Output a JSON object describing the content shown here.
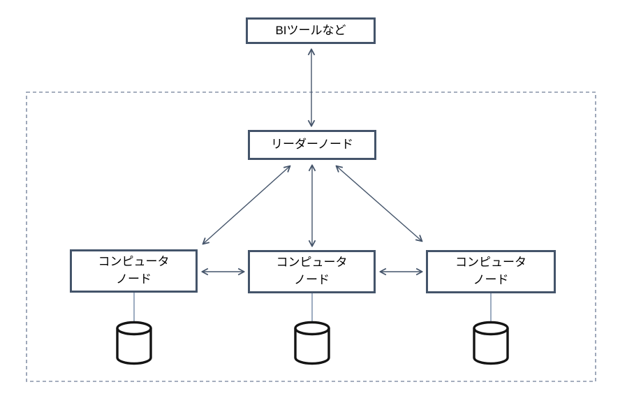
{
  "colors": {
    "box-border": "#44546A",
    "arrow": "#44546A",
    "dashed-border": "#8793A8",
    "connector-line": "#8496B0",
    "cylinder-outline": "#141414",
    "background": "#FFFFFF",
    "text": "#000000"
  },
  "diagram": {
    "external_node": {
      "label": "BIツールなど"
    },
    "cluster": {
      "leader_node": {
        "label": "リーダーノード"
      },
      "compute_nodes": [
        {
          "label": "コンピュータ\nノード",
          "storage_icon": "database-cylinder"
        },
        {
          "label": "コンピュータ\nノード",
          "storage_icon": "database-cylinder"
        },
        {
          "label": "コンピュータ\nノード",
          "storage_icon": "database-cylinder"
        }
      ]
    },
    "connections": [
      "bi-tools <-> leader-node",
      "leader-node <-> compute-node-1",
      "leader-node <-> compute-node-2",
      "leader-node <-> compute-node-3",
      "compute-node-1 <-> compute-node-2",
      "compute-node-2 <-> compute-node-3",
      "compute-node-1 - database-1",
      "compute-node-2 - database-2",
      "compute-node-3 - database-3"
    ]
  }
}
